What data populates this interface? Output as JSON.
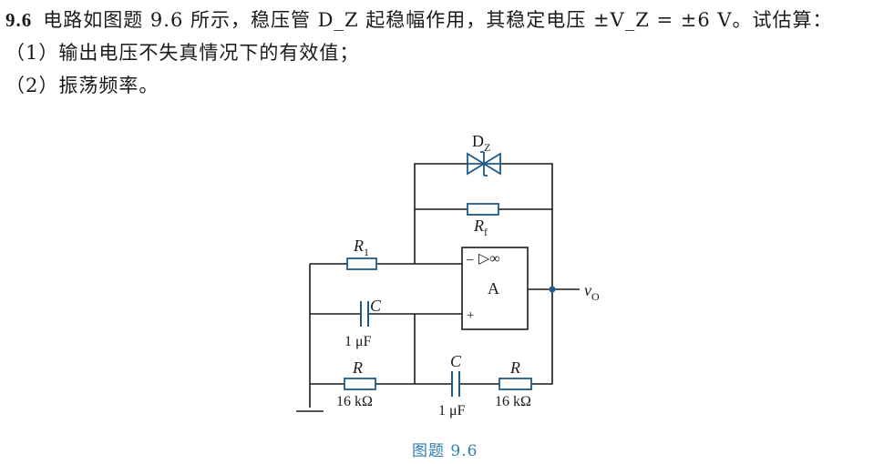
{
  "problem": {
    "number": "9.6",
    "statement": "电路如图题 9.6 所示，稳压管 D_Z 起稳幅作用，其稳定电压 ±V_Z = ±6 V。试估算：",
    "item1": "（1）输出电压不失真情况下的有效值；",
    "item2": "（2）振荡频率。"
  },
  "circuit": {
    "zener_label": "D",
    "zener_sub": "Z",
    "rf_label": "R",
    "rf_sub": "f",
    "r1_label": "R",
    "r1_sub": "1",
    "opamp_minus": "−",
    "opamp_plus": "+",
    "opamp_symbol": "▷∞",
    "opamp_name": "A",
    "output_label": "v",
    "output_sub": "O",
    "c_parallel_label": "C",
    "c_parallel_value": "1 μF",
    "r_parallel_label": "R",
    "r_parallel_value": "16 kΩ",
    "c_series_label": "C",
    "c_series_value": "1 μF",
    "r_series_label": "R",
    "r_series_value": "16 kΩ"
  },
  "caption": "图题 9.6",
  "colors": {
    "wire": "#1a1a1a",
    "component": "#1e5a8a",
    "caption": "#2f7fb0"
  }
}
